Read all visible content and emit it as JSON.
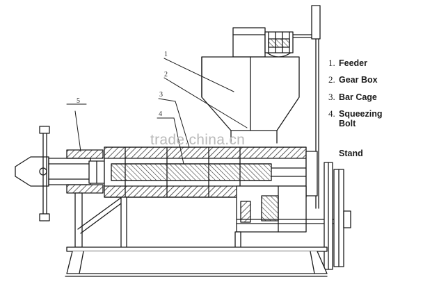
{
  "legend": {
    "items": [
      {
        "num": "1.",
        "label": "Feeder"
      },
      {
        "num": "2.",
        "label": "Gear Box"
      },
      {
        "num": "3.",
        "label": "Bar Cage"
      },
      {
        "num": "4.",
        "label": "Squeezing",
        "label_cont": "Bolt"
      },
      {
        "num": "",
        "label": "Stand"
      }
    ]
  },
  "callouts": [
    "1",
    "2",
    "3",
    "4",
    "5"
  ],
  "watermark": "trade.china.cn",
  "colors": {
    "ink": "#1a1a1a",
    "hatch": "#333333",
    "watermark": "#b9b9b9",
    "background": "#ffffff"
  }
}
